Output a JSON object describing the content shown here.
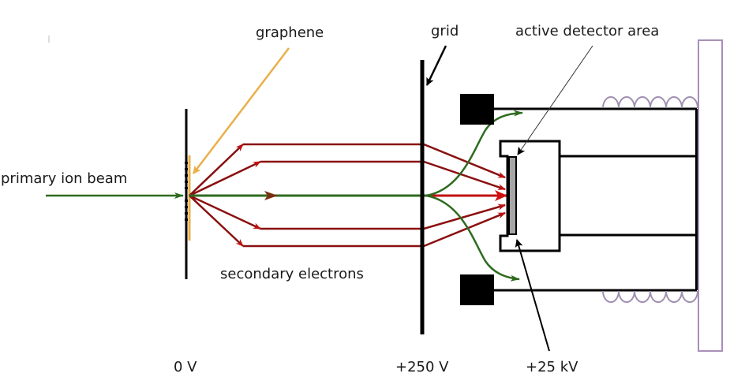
{
  "labels": {
    "primary_ion_beam": "primary ion beam",
    "graphene": "graphene",
    "grid": "grid",
    "active_detector_area": "active detector area",
    "secondary_electrons": "secondary electrons",
    "voltage_sample": "0 V",
    "voltage_grid": "+250 V",
    "voltage_detector": "+25 kV"
  },
  "colors": {
    "ion_beam": "#2e6b1f",
    "secondary_electrons": "#b51313",
    "graphene": "#e8b04a",
    "structure": "#000000",
    "detector_active": "#a6a6a6",
    "coil": "#a08fb0",
    "flange": "#a890b8"
  }
}
